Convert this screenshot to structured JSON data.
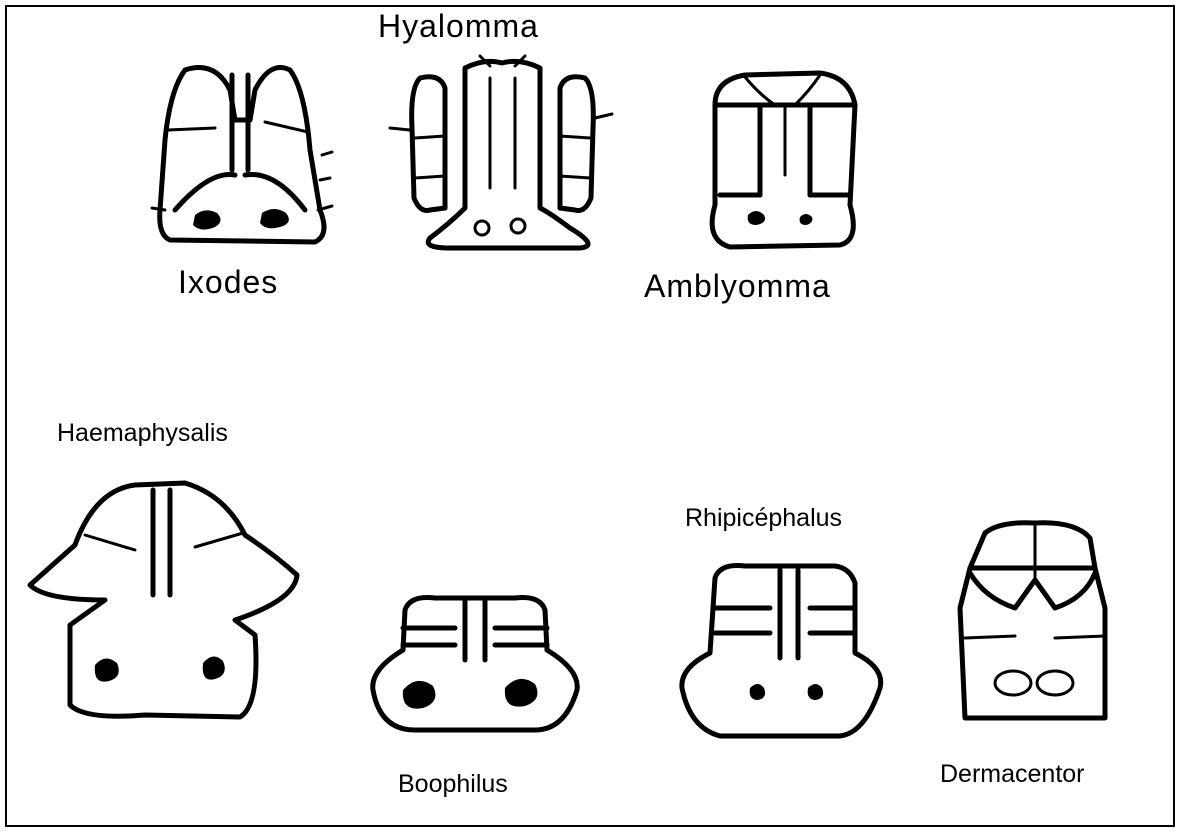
{
  "labels": {
    "hyalomma": "Hyalomma",
    "ixodes": "Ixodes",
    "amblyomma": "Amblyomma",
    "haemaphysalis": "Haemaphysalis",
    "rhipicephalus": "Rhipicéphalus",
    "boophilus": "Boophilus",
    "dermacentor": "Dermacentor"
  },
  "colors": {
    "ink": "#000000",
    "background": "#ffffff"
  }
}
